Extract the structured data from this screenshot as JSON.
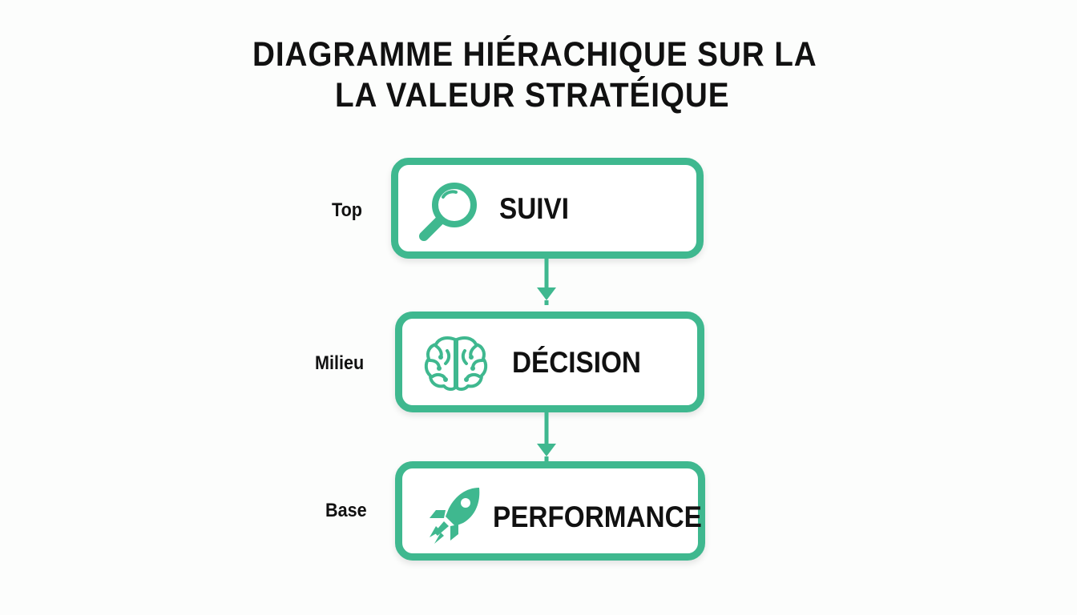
{
  "title": {
    "line1": "DIAGRAMME HIÉRACHIQUE SUR LA",
    "line2": "LA VALEUR STRATÉIQUE"
  },
  "levels": [
    {
      "level_label": "Top",
      "box_label": "SUIVI",
      "icon": "magnifying-glass-icon"
    },
    {
      "level_label": "Milieu",
      "box_label": "DÉCISION",
      "icon": "brain-icon"
    },
    {
      "level_label": "Base",
      "box_label": "PERFORMANCE",
      "icon": "rocket-icon"
    }
  ],
  "colors": {
    "accent": "#3fb88f",
    "text": "#111111",
    "background": "#fcfdfc",
    "box_fill": "#ffffff"
  }
}
